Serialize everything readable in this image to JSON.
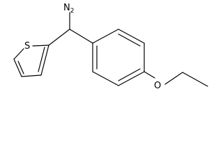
{
  "molecule": {
    "atoms": {
      "amine": {
        "element": "N",
        "hydrogens": "2"
      },
      "sulfur": {
        "element": "S"
      },
      "ether_oxygen": {
        "element": "O"
      }
    }
  }
}
